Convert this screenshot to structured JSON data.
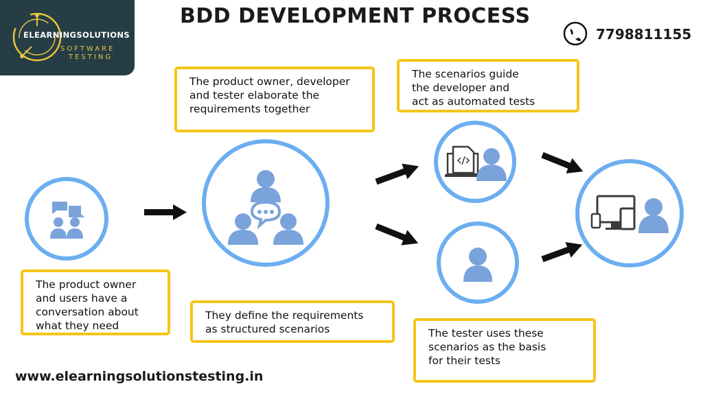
{
  "logo": {
    "name": "ELEARNINGSOLUTIONS",
    "line1": "SOFTWARE",
    "line2": "TESTING"
  },
  "title": "BDD DEVELOPMENT PROCESS",
  "phone": "7798811155",
  "website": "www.elearningsolutionstesting.in",
  "colors": {
    "circle": "#6caef0",
    "icon": "#7aa3db",
    "box_border": "#f5c518",
    "arrow": "#111111",
    "logo_bg": "#263d45"
  },
  "steps": [
    {
      "id": "conversation",
      "icon": "chat-users-icon",
      "text": "The product owner\nand users have a\nconversation  about\nwhat they need"
    },
    {
      "id": "elaborate",
      "icon": "team-discussion-icon",
      "text": "The product owner, developer\nand tester elaborate the\nrequirements together"
    },
    {
      "id": "define",
      "text": "They define the requirements\nas structured scenarios"
    },
    {
      "id": "developer",
      "icon": "developer-code-icon",
      "text": "The scenarios guide\nthe developer and\nact as automated tests"
    },
    {
      "id": "tester",
      "icon": "tester-icon",
      "text": "The tester uses these\nscenarios as the basis\nfor their tests"
    },
    {
      "id": "product",
      "icon": "devices-user-icon"
    }
  ]
}
